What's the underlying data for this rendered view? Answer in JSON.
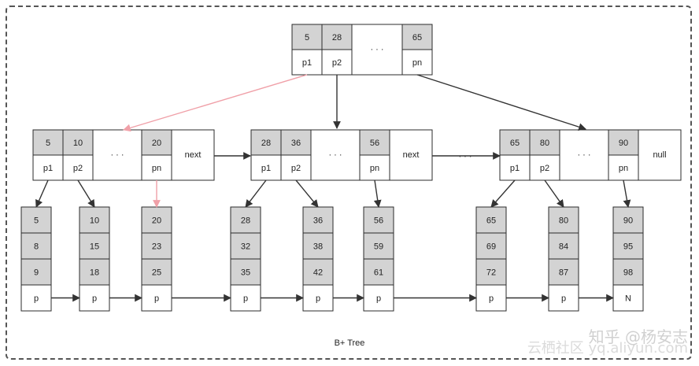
{
  "caption": "B+ Tree",
  "watermark": "知乎 @杨安志",
  "watermark_bottom": "云栖社区 yq.aliyun.com",
  "root": {
    "keys": [
      "5",
      "28",
      "· · ·",
      "65"
    ],
    "pointers": [
      "p1",
      "p2",
      "",
      "pn"
    ]
  },
  "internal_nodes": [
    {
      "keys": [
        "5",
        "10",
        "· · ·",
        "20"
      ],
      "pointers": [
        "p1",
        "p2",
        "",
        "pn"
      ],
      "link": "next"
    },
    {
      "keys": [
        "28",
        "36",
        "· · ·",
        "56"
      ],
      "pointers": [
        "p1",
        "p2",
        "",
        "pn"
      ],
      "link": "next"
    },
    {
      "keys": [
        "65",
        "80",
        "· · ·",
        "90"
      ],
      "pointers": [
        "p1",
        "p2",
        "",
        "pn"
      ],
      "link": "null"
    }
  ],
  "internal_gap": "· · ·",
  "leaves": [
    {
      "keys": [
        "5",
        "8",
        "9"
      ],
      "pointer": "p"
    },
    {
      "keys": [
        "10",
        "15",
        "18"
      ],
      "pointer": "p"
    },
    {
      "keys": [
        "20",
        "23",
        "25"
      ],
      "pointer": "p"
    },
    {
      "keys": [
        "28",
        "32",
        "35"
      ],
      "pointer": "p"
    },
    {
      "keys": [
        "36",
        "38",
        "42"
      ],
      "pointer": "p"
    },
    {
      "keys": [
        "56",
        "59",
        "61"
      ],
      "pointer": "p"
    },
    {
      "keys": [
        "65",
        "69",
        "72"
      ],
      "pointer": "p"
    },
    {
      "keys": [
        "80",
        "84",
        "87"
      ],
      "pointer": "p"
    },
    {
      "keys": [
        "90",
        "95",
        "98"
      ],
      "pointer": "N"
    }
  ],
  "colors": {
    "key_fill": "#d3d3d3",
    "highlight_edge": "#f0a0a8",
    "edge": "#333333"
  }
}
